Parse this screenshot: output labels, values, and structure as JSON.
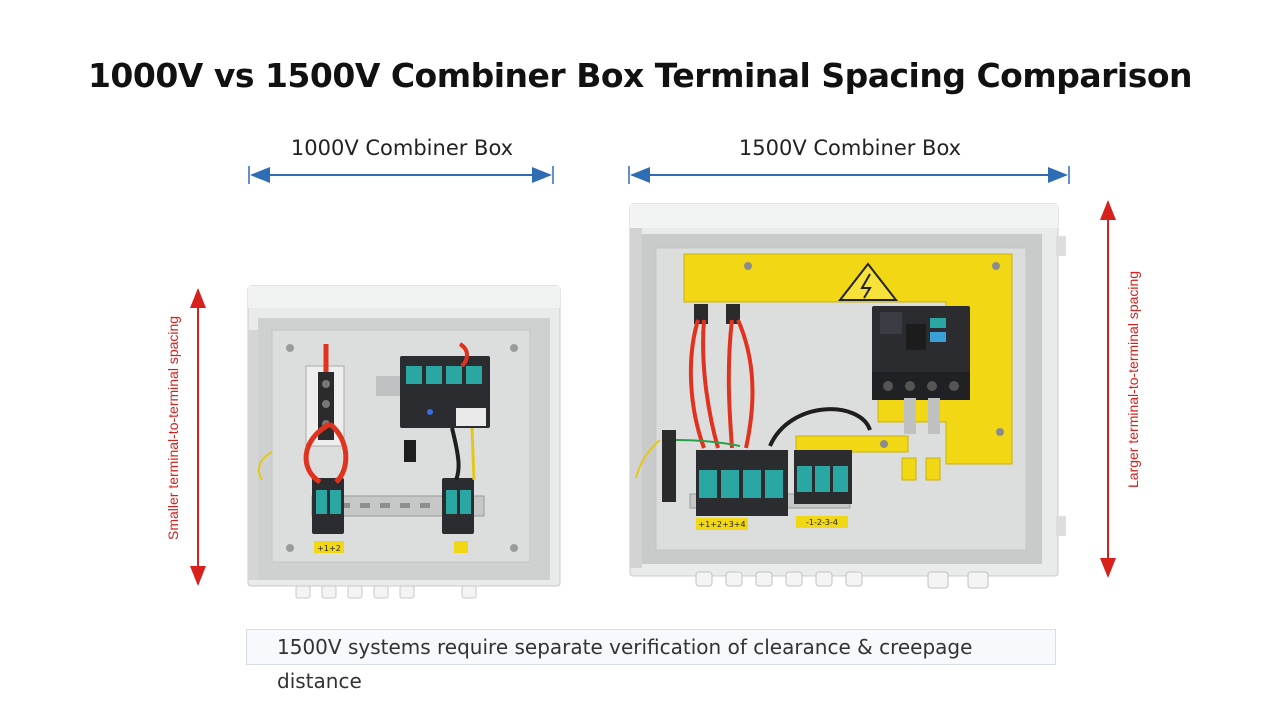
{
  "title": "1000V vs 1500V Combiner Box Terminal Spacing Comparison",
  "left_box": {
    "label": "1000V Combiner Box",
    "terminal_label": "+1+2",
    "spacing_label": "Smaller terminal-to-terminal spacing"
  },
  "right_box": {
    "label": "1500V Combiner Box",
    "pos_terminal_label": "+1+2+3+4",
    "neg_terminal_label": "-1-2-3-4",
    "spacing_label": "Larger terminal-to-terminal spacing"
  },
  "note": "1500V systems require separate verification of clearance & creepage distance",
  "colors": {
    "dimension_arrow": "#2e6db4",
    "spacing_arrow": "#d8201c",
    "enclosure": "#e9eaea",
    "backplate": "#dcdedd",
    "yellow_barrier": "#f2d714",
    "spd_teal": "#2aa7a3",
    "red_wire": "#e0321f"
  }
}
